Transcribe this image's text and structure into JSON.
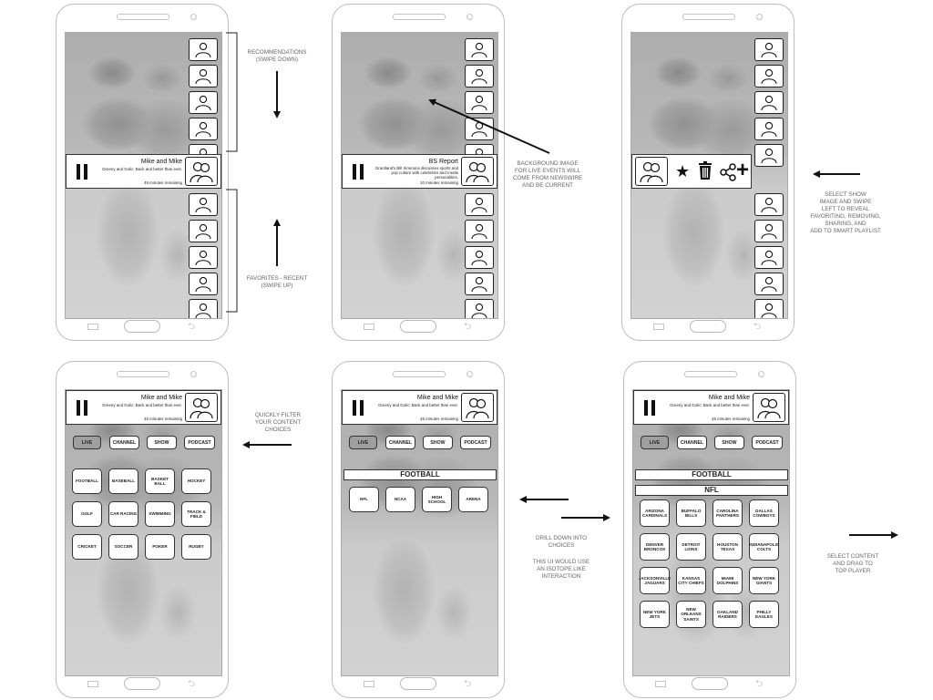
{
  "annotations": {
    "recommendations": [
      "RECOMMENDATIONS",
      "(SWIPE DOWN)"
    ],
    "favorites": [
      "FAVORITES - RECENT",
      "(SWIPE UP)"
    ],
    "background": [
      "BACKGROUND IMAGE",
      "FOR LIVE EVENTS WILL",
      "COME FROM NEWSWIRE",
      "AND BE CURRENT"
    ],
    "select_show": [
      "SELECT SHOW",
      "IMAGE AND SWIPE",
      "LEFT TO REVEAL",
      "FAVORITING, REMOVING,",
      "SHARING, AND",
      "ADD TO SMART PLAYLIST"
    ],
    "quickly_filter": [
      "QUICKLY FILTER",
      "YOUR CONTENT",
      "CHOICES"
    ],
    "drill_down": [
      "DRILL DOWN INTO",
      "CHOICES"
    ],
    "isotope": [
      "THIS UI WOULD USE",
      "AN ISOTOPE LIKE",
      "INTERACTION"
    ],
    "select_content": [
      "SELECT CONTENT",
      "AND DRAG TO",
      "TOP PLAYER"
    ]
  },
  "player_mike": {
    "title": "Mike and Mike",
    "desc": "Greeny and Golic: Back and better than ever.",
    "remaining": "45 minutes remaining"
  },
  "player_bs": {
    "title": "BS Report",
    "desc": "Grantland's Bill Simmons discusses sports and pop culture with celebrities and media personalities.",
    "remaining": "10 minutes remaining"
  },
  "filters": {
    "live": "LIVE",
    "channel": "CHANNEL",
    "show": "SHOW",
    "podcast": "PODCAST"
  },
  "sports": [
    "FOOTBALL",
    "BASEBALL",
    "BASKET BALL",
    "HOCKEY",
    "GOLF",
    "CAR RACING",
    "SWIMMING",
    "TRACK & FIELD",
    "CRICKET",
    "SOCCER",
    "POKER",
    "RUGBY"
  ],
  "football_header": "FOOTBALL",
  "football_levels": [
    "NFL",
    "NCAA",
    "HIGH SCHOOL",
    "ARENA"
  ],
  "nfl_header": "NFL",
  "nfl_teams": [
    "ARIZONA CARDINALS",
    "BUFFALO BILLS",
    "CAROLINA PANTHERS",
    "DALLAS COWBOYS",
    "DENVER BRONCOS",
    "DETROIT LIONS",
    "HOUSTON TEXAS",
    "INDIANAPOLIS COLTS",
    "JACKSONVILLE JAGUARS",
    "KANSAS CITY CHIEFS",
    "MIAMI DOLPHINS",
    "NEW YORK GIANTS",
    "NEW YORK JETS",
    "NEW ORLEANS SAINTS",
    "OAKLAND RAIDERS",
    "PHILLY EAGLES"
  ],
  "icons": {
    "thumbnail": "person-silhouette-icon",
    "pause": "pause-icon",
    "favorite": "star-icon",
    "remove": "trash-icon",
    "share": "share-icon",
    "add": "plus-icon",
    "home": "home-button-icon",
    "menu": "menu-key-icon",
    "back": "back-key-icon"
  }
}
